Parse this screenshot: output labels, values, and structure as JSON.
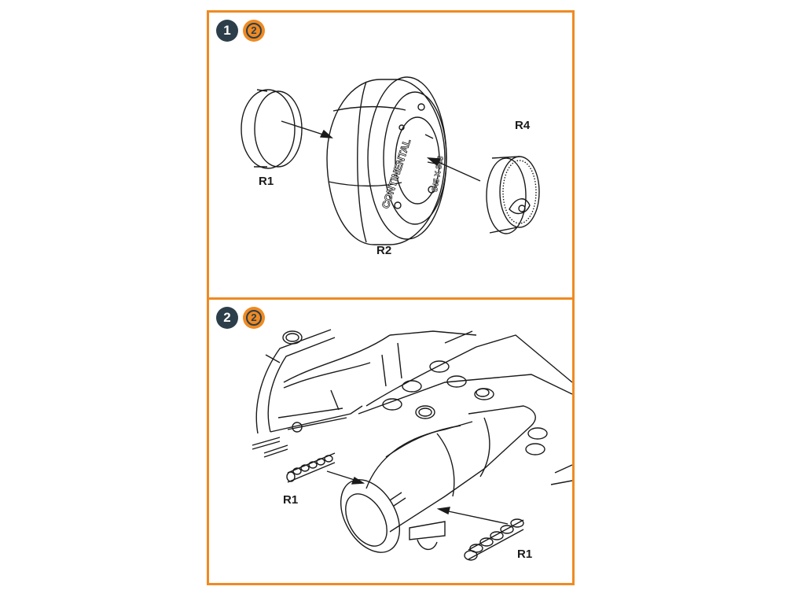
{
  "step1": {
    "number": "1",
    "repeat_count": "2",
    "labels": {
      "r1": "R1",
      "r2": "R2",
      "r4": "R4"
    },
    "tire_text": "CONTINENTAL",
    "tire_size": "845 X 305"
  },
  "step2": {
    "number": "2",
    "repeat_count": "2",
    "labels": {
      "r1_left": "R1",
      "r1_right": "R1"
    }
  },
  "colors": {
    "frame": "#ef8a22",
    "badge": "#2c3e4a"
  }
}
